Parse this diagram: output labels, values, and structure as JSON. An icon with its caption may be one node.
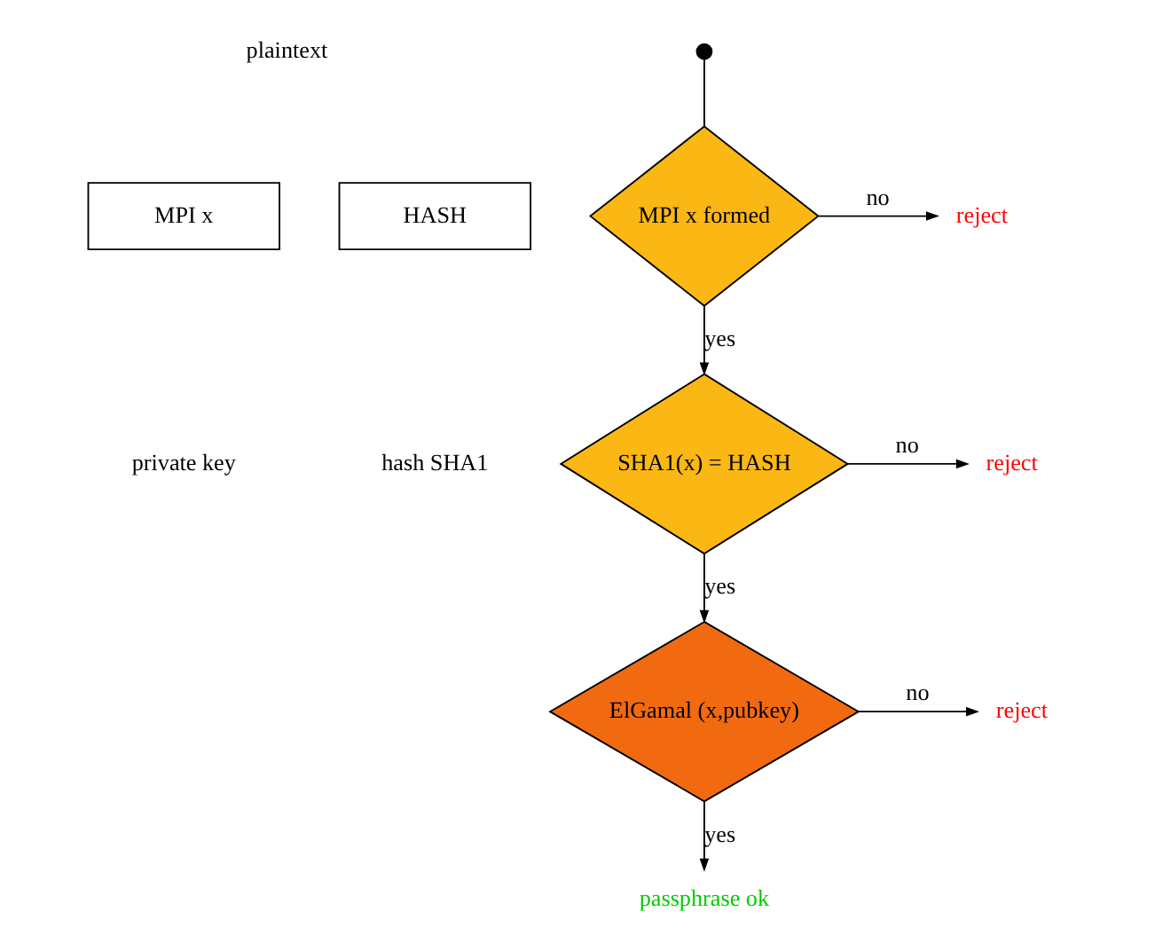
{
  "diagram": {
    "nodes": [
      {
        "text": [
          "MPI x"
        ]
      },
      {
        "text": [
          "HASH"
        ]
      },
      {
        "text": [],
        "shape": "circle"
      },
      {
        "text": [
          "MPI x formed"
        ]
      },
      {
        "text": [
          "reject"
        ]
      },
      {
        "text": [
          "SHA1(x) = HASH"
        ]
      },
      {
        "text": [
          "reject"
        ]
      },
      {
        "text": [
          "ElGamal (x,pubkey)"
        ]
      },
      {
        "text": [
          "reject"
        ]
      },
      {
        "text": [
          "passphrase ok"
        ]
      }
    ],
    "edges": [
      {
        "from": 2,
        "to": 3,
        "arrow": "none"
      },
      {
        "from": 3,
        "to": 4,
        "label": "no",
        "arrow": "to"
      },
      {
        "from": 3,
        "to": 5,
        "label": "yes",
        "arrow": "to"
      },
      {
        "from": 5,
        "to": 6,
        "label": "no",
        "arrow": "to"
      },
      {
        "from": 5,
        "to": 7,
        "label": "yes",
        "arrow": "to"
      },
      {
        "from": 7,
        "to": 8,
        "label": "no",
        "arrow": "to"
      },
      {
        "from": 7,
        "to": 9,
        "label": "yes",
        "arrow": "to"
      }
    ],
    "labels": [
      "plaintext",
      "private key",
      "hash SHA1"
    ]
  }
}
